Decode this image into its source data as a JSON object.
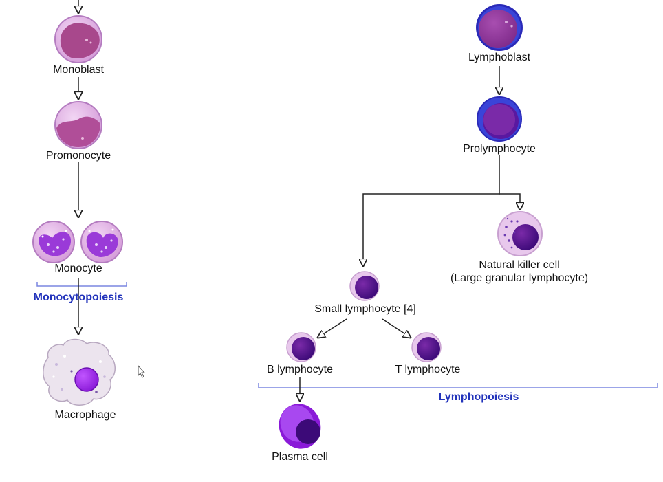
{
  "labels": {
    "monoblast": "Monoblast",
    "promonocyte": "Promonocyte",
    "monocyte": "Monocyte",
    "monocytopoiesis": "Monocytopoiesis",
    "macrophage": "Macrophage",
    "lymphoblast": "Lymphoblast",
    "prolymphocyte": "Prolymphocyte",
    "nk_cell_line1": "Natural killer cell",
    "nk_cell_line2": "(Large granular lymphocyte)",
    "small_lymphocyte": "Small lymphocyte [4]",
    "b_lymphocyte": "B lymphocyte",
    "t_lymphocyte": "T lymphocyte",
    "lymphopoiesis": "Lymphopoiesis",
    "plasma_cell": "Plasma cell"
  },
  "colors": {
    "group_label": "#2233bb",
    "bracket": "#7a86e0",
    "arrow": "#222222",
    "cytoplasm_light": "#e8c8ec",
    "nucleus_dark": "#4a0c8c",
    "nucleus_bright": "#9a22e0"
  }
}
